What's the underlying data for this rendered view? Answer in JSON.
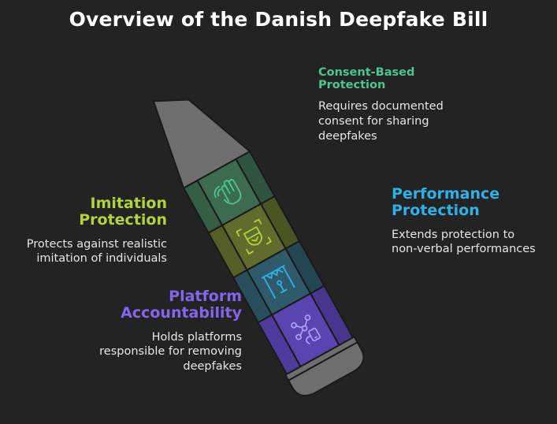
{
  "title": "Overview of the Danish Deepfake Bill",
  "sections": [
    {
      "id": "consent",
      "heading": [
        "Consent-Based",
        "Protection"
      ],
      "description": [
        "Requires documented",
        "consent for sharing",
        "deepfakes"
      ],
      "color": "#4cc68f",
      "segment_color": "#3d6b4f",
      "icon": "hand-touch-icon"
    },
    {
      "id": "imitation",
      "heading": [
        "Imitation",
        "Protection"
      ],
      "description": [
        "Protects against realistic",
        "imitation of individuals"
      ],
      "color": "#b3d23b",
      "segment_color": "#606b2c",
      "icon": "mask-scan-icon"
    },
    {
      "id": "performance",
      "heading": [
        "Performance",
        "Protection"
      ],
      "description": [
        "Extends protection to",
        "non-verbal performances"
      ],
      "color": "#2fb1e8",
      "segment_color": "#2f5a6a",
      "icon": "stage-microphone-icon"
    },
    {
      "id": "platform",
      "heading": [
        "Platform",
        "Accountability"
      ],
      "description": [
        "Holds platforms",
        "responsible for removing",
        "deepfakes"
      ],
      "color": "#8466ee",
      "segment_color": "#5a45b0",
      "icon": "network-phone-icon"
    }
  ]
}
